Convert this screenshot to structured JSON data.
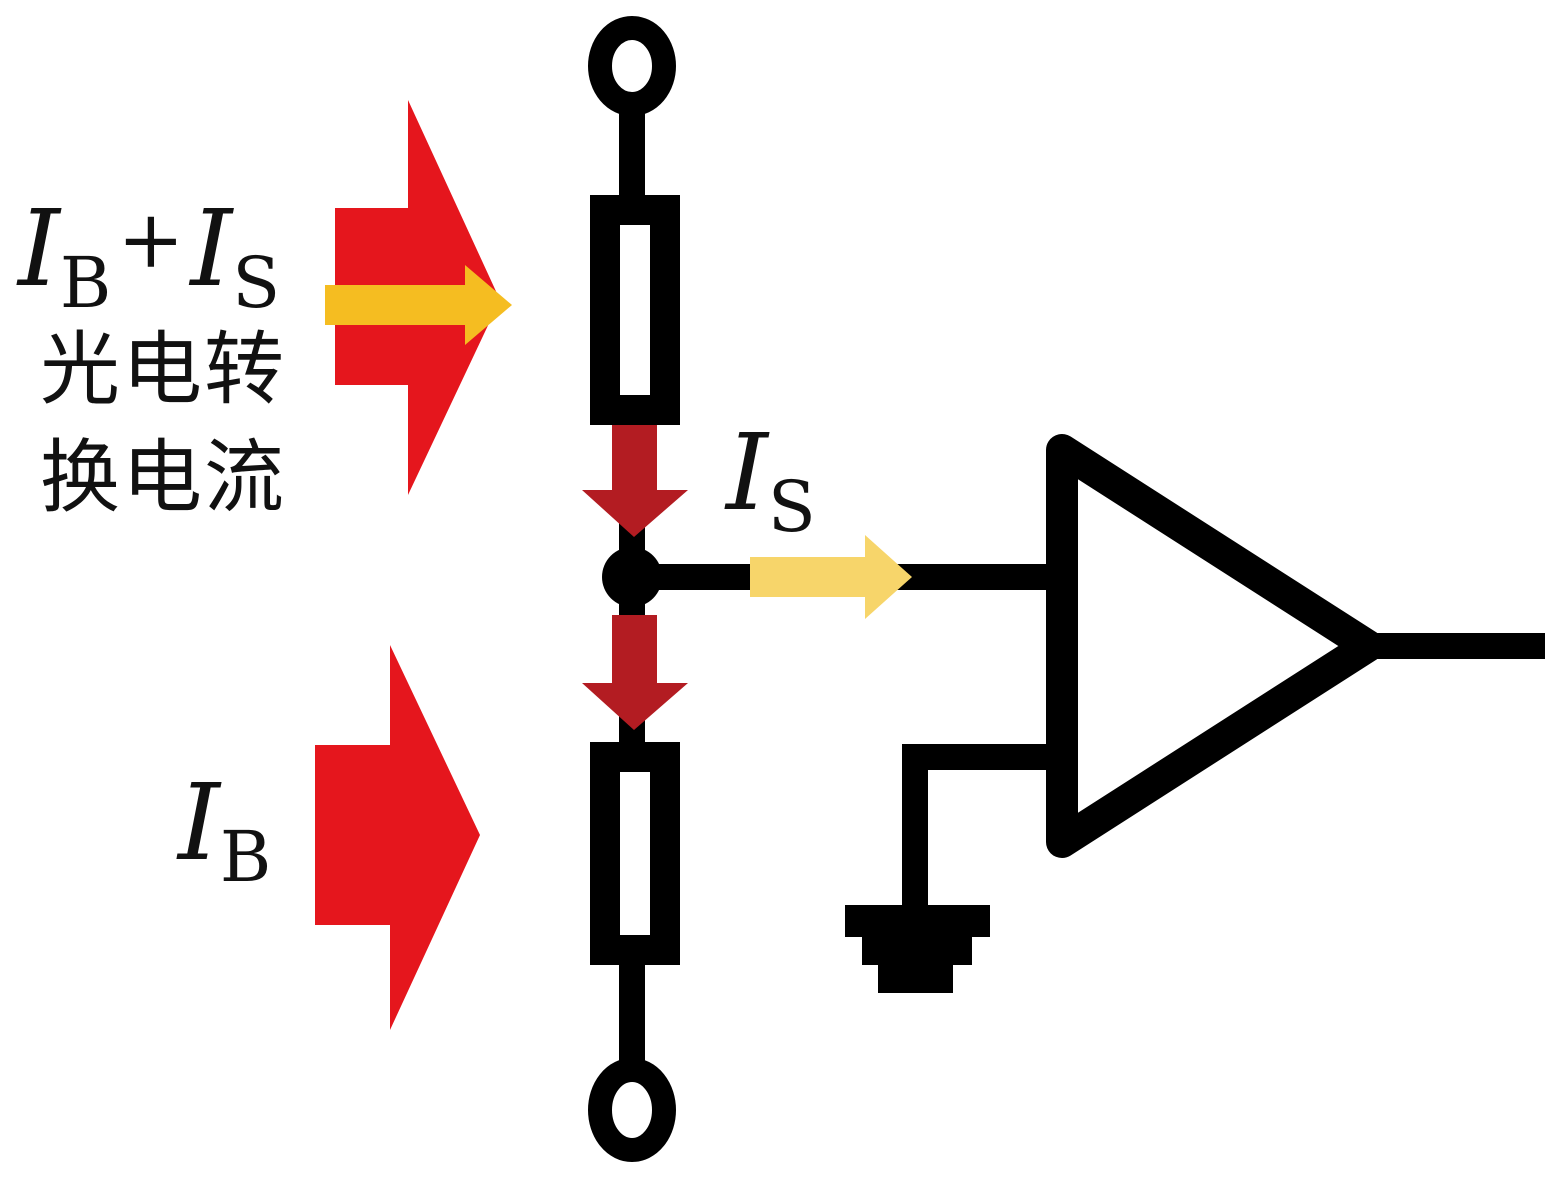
{
  "labels": {
    "combined": {
      "i1": "I",
      "sub1": "B",
      "plus": "+",
      "i2": "I",
      "sub2": "S"
    },
    "chinese_line1": "光电转",
    "chinese_line2": "换电流",
    "signal": {
      "i": "I",
      "sub": "S"
    },
    "bias": {
      "i": "I",
      "sub": "B"
    }
  },
  "colors": {
    "wire": "#000000",
    "big_arrow": "#e5161d",
    "small_arrow_dark": "#b31c22",
    "signal_arrow_top": "#f5bd21",
    "signal_arrow_mid": "#f7d56a",
    "background": "#ffffff"
  }
}
